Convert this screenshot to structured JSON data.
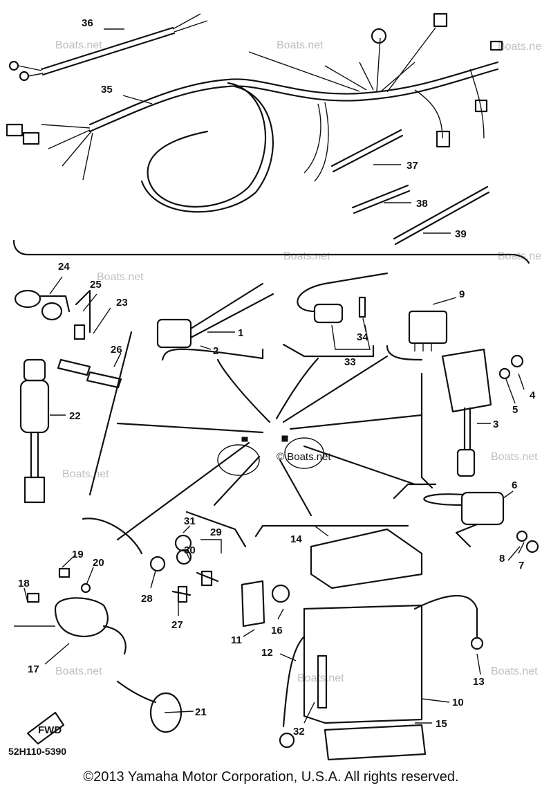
{
  "watermark": "Boats.net",
  "center_watermark": "© Boats.net",
  "part_numbers": [
    "1",
    "2",
    "3",
    "4",
    "5",
    "6",
    "7",
    "8",
    "9",
    "10",
    "11",
    "12",
    "13",
    "14",
    "15",
    "16",
    "17",
    "18",
    "19",
    "20",
    "21",
    "22",
    "23",
    "24",
    "25",
    "26",
    "27",
    "28",
    "29",
    "30",
    "31",
    "32",
    "33",
    "34",
    "35",
    "36",
    "37",
    "38",
    "39"
  ],
  "fwd_label": "FWD",
  "diagram_code": "52H110-5390",
  "copyright": "©2013 Yamaha Motor Corporation, U.S.A. All rights reserved."
}
